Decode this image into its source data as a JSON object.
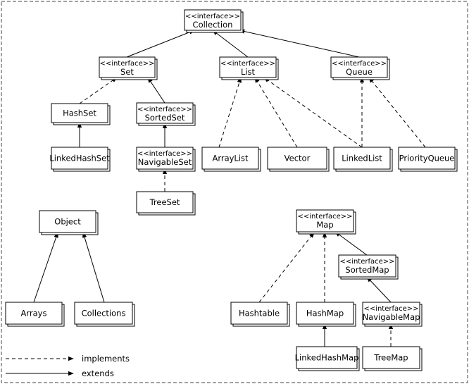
{
  "stereotype": "<<interface>>",
  "nodes": [
    {
      "id": "collection",
      "label": "Collection",
      "interface": true
    },
    {
      "id": "set",
      "label": "Set",
      "interface": true
    },
    {
      "id": "list",
      "label": "List",
      "interface": true
    },
    {
      "id": "queue",
      "label": "Queue",
      "interface": true
    },
    {
      "id": "hashset",
      "label": "HashSet",
      "interface": false
    },
    {
      "id": "sortedset",
      "label": "SortedSet",
      "interface": true
    },
    {
      "id": "linkedhashset",
      "label": "LinkedHashSet",
      "interface": false
    },
    {
      "id": "navigableset",
      "label": "NavigableSet",
      "interface": true
    },
    {
      "id": "treeset",
      "label": "TreeSet",
      "interface": false
    },
    {
      "id": "arraylist",
      "label": "ArrayList",
      "interface": false
    },
    {
      "id": "vector",
      "label": "Vector",
      "interface": false
    },
    {
      "id": "linkedlist",
      "label": "LinkedList",
      "interface": false
    },
    {
      "id": "priorityqueue",
      "label": "PriorityQueue",
      "interface": false
    },
    {
      "id": "object",
      "label": "Object",
      "interface": false
    },
    {
      "id": "arrays",
      "label": "Arrays",
      "interface": false
    },
    {
      "id": "collections",
      "label": "Collections",
      "interface": false
    },
    {
      "id": "map",
      "label": "Map",
      "interface": true
    },
    {
      "id": "sortedmap",
      "label": "SortedMap",
      "interface": true
    },
    {
      "id": "hashtable",
      "label": "Hashtable",
      "interface": false
    },
    {
      "id": "hashmap",
      "label": "HashMap",
      "interface": false
    },
    {
      "id": "navigablemap",
      "label": "NavigableMap",
      "interface": true
    },
    {
      "id": "linkedhashmap",
      "label": "LinkedHashMap",
      "interface": false
    },
    {
      "id": "treemap",
      "label": "TreeMap",
      "interface": false
    }
  ],
  "edges": [
    {
      "from": "set",
      "to": "collection",
      "kind": "extends"
    },
    {
      "from": "list",
      "to": "collection",
      "kind": "extends"
    },
    {
      "from": "queue",
      "to": "collection",
      "kind": "extends"
    },
    {
      "from": "hashset",
      "to": "set",
      "kind": "implements"
    },
    {
      "from": "sortedset",
      "to": "set",
      "kind": "extends"
    },
    {
      "from": "linkedhashset",
      "to": "hashset",
      "kind": "extends"
    },
    {
      "from": "navigableset",
      "to": "sortedset",
      "kind": "extends"
    },
    {
      "from": "treeset",
      "to": "navigableset",
      "kind": "implements"
    },
    {
      "from": "arraylist",
      "to": "list",
      "kind": "implements"
    },
    {
      "from": "vector",
      "to": "list",
      "kind": "implements"
    },
    {
      "from": "linkedlist",
      "to": "list",
      "kind": "implements"
    },
    {
      "from": "linkedlist",
      "to": "queue",
      "kind": "implements"
    },
    {
      "from": "priorityqueue",
      "to": "queue",
      "kind": "implements"
    },
    {
      "from": "arrays",
      "to": "object",
      "kind": "extends"
    },
    {
      "from": "collections",
      "to": "object",
      "kind": "extends"
    },
    {
      "from": "hashtable",
      "to": "map",
      "kind": "implements"
    },
    {
      "from": "hashmap",
      "to": "map",
      "kind": "implements"
    },
    {
      "from": "sortedmap",
      "to": "map",
      "kind": "extends"
    },
    {
      "from": "navigablemap",
      "to": "sortedmap",
      "kind": "extends"
    },
    {
      "from": "linkedhashmap",
      "to": "hashmap",
      "kind": "extends"
    },
    {
      "from": "treemap",
      "to": "navigablemap",
      "kind": "implements"
    }
  ],
  "legend": [
    {
      "kind": "implements",
      "label": "implements",
      "style": "dashed"
    },
    {
      "kind": "extends",
      "label": "extends",
      "style": "solid"
    }
  ]
}
